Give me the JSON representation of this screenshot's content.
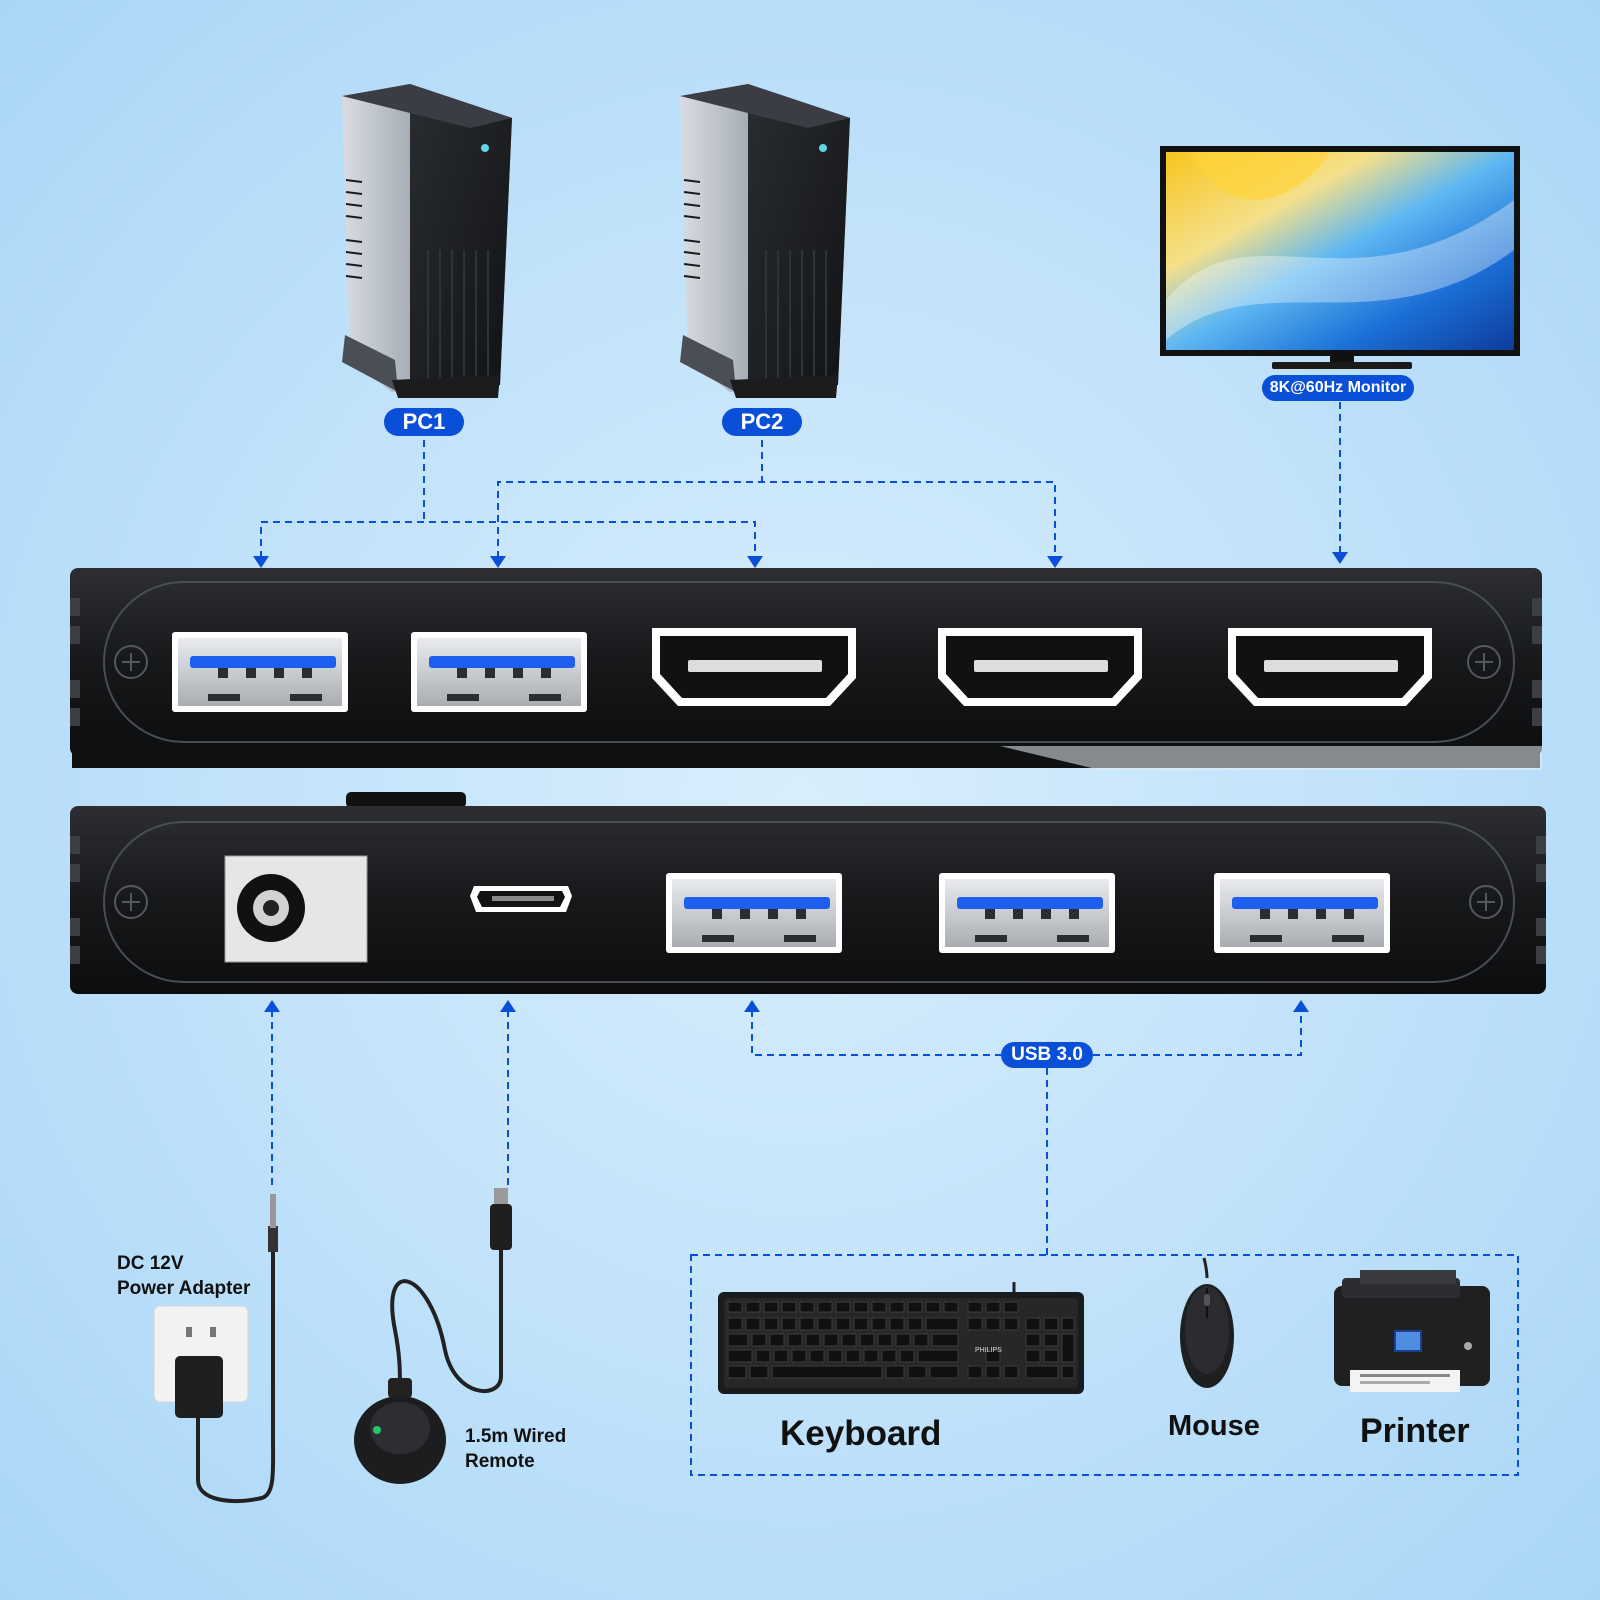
{
  "labels": {
    "pc1": "PC1",
    "pc2": "PC2",
    "monitor": "8K@60Hz Monitor",
    "usb": "USB 3.0",
    "dc_line1": "DC 12V",
    "dc_line2": "Power Adapter",
    "remote_line1": "1.5m Wired",
    "remote_line2": "Remote",
    "keyboard": "Keyboard",
    "mouse": "Mouse",
    "printer": "Printer",
    "keyboard_brand": "PHILIPS"
  },
  "colors": {
    "accent_blue": "#0a4fd8",
    "port_blue": "#1f5ff0",
    "device_body": "#1c1d20",
    "background": "#c4e3fa"
  },
  "icons": [
    "pc-tower-icon",
    "monitor-icon",
    "kvm-switch-icon",
    "usb-port-icon",
    "hdmi-port-icon",
    "dc-jack-icon",
    "micro-usb-port-icon",
    "power-adapter-icon",
    "wired-remote-icon",
    "keyboard-icon",
    "mouse-icon",
    "printer-icon"
  ]
}
